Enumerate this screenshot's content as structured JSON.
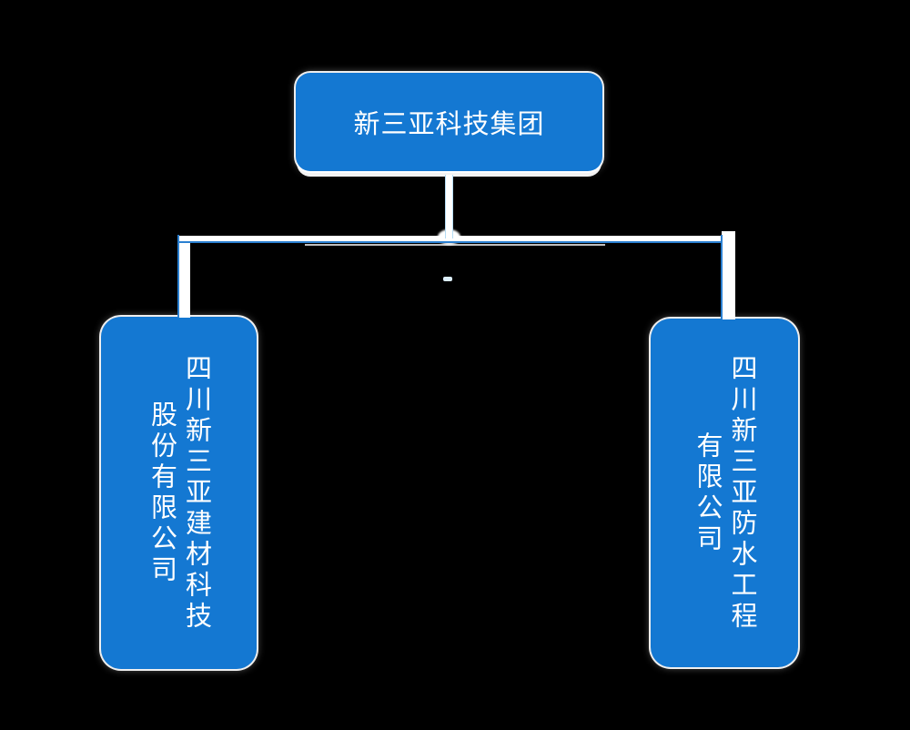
{
  "diagram": {
    "type": "org-chart",
    "colors": {
      "background": "#000000",
      "node_fill": "#1478d2",
      "node_text": "#ffffff",
      "connector_white": "#ffffff",
      "connector_blue": "#2b80d1",
      "connector_light_blue": "#b5dcf4"
    },
    "root": {
      "id": "group",
      "label": "新三亚科技集团"
    },
    "children": [
      {
        "id": "building-materials-subsidiary",
        "label": "四川新三亚建材科技股份有限公司",
        "label_lines": [
          "四川新三亚建材科技",
          "股份有限公司"
        ]
      },
      {
        "id": "waterproof-engineering-subsidiary",
        "label": "四川新三亚防水工程有限公司",
        "label_lines": [
          "四川新三亚防水工程",
          "有限公司"
        ]
      }
    ]
  }
}
